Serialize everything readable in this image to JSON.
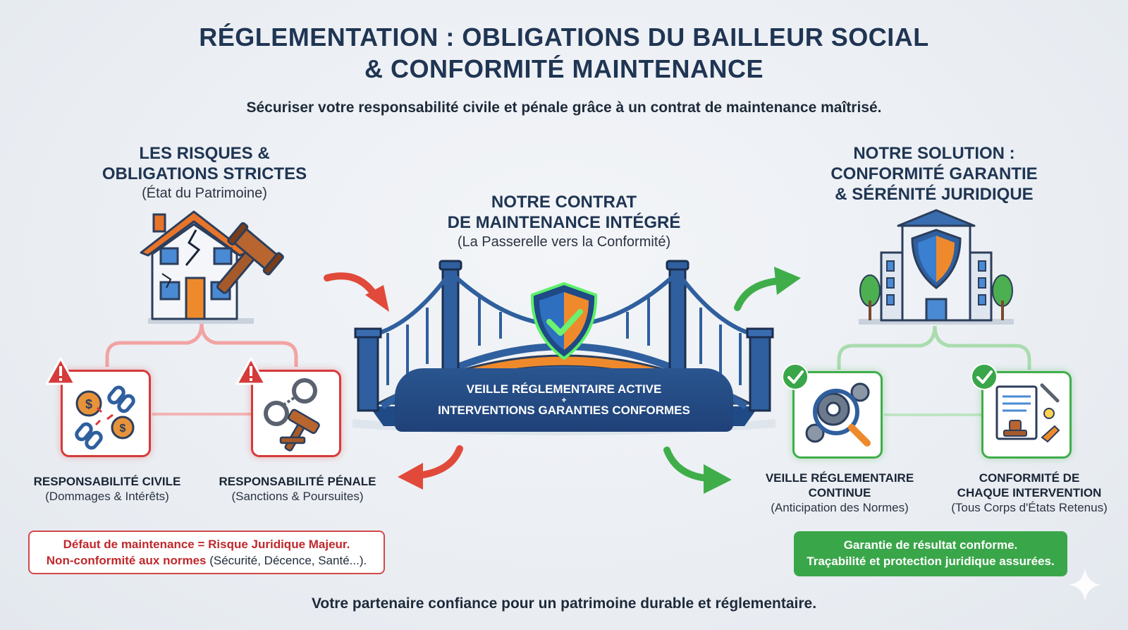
{
  "header": {
    "title_line1": "RÉGLEMENTATION : OBLIGATIONS DU BAILLEUR SOCIAL",
    "title_line2": "& CONFORMITÉ MAINTENANCE",
    "subtitle": "Sécuriser votre responsabilité civile et pénale grâce à un contrat de maintenance maîtrisé."
  },
  "left": {
    "heading_line1": "LES RISQUES &",
    "heading_line2": "OBLIGATIONS STRICTES",
    "heading_sub": "(État du Patrimoine)",
    "cards": [
      {
        "label": "RESPONSABILITÉ CIVILE",
        "sub": "(Dommages & Intérêts)"
      },
      {
        "label": "RESPONSABILITÉ PÉNALE",
        "sub": "(Sanctions & Poursuites)"
      }
    ],
    "warning": {
      "line1": "Défaut de maintenance = Risque Juridique Majeur.",
      "line2_bold": "Non-conformité aux normes",
      "line2_rest": " (Sécurité, Décence, Santé...)."
    }
  },
  "center": {
    "heading_line1": "NOTRE CONTRAT",
    "heading_line2": "DE MAINTENANCE INTÉGRÉ",
    "heading_sub": "(La Passerelle vers la Conformité)",
    "bridge_line1": "VEILLE RÉGLEMENTAIRE ACTIVE",
    "bridge_plus": "+",
    "bridge_line2": "INTERVENTIONS GARANTIES CONFORMES"
  },
  "right": {
    "heading_line1": "NOTRE SOLUTION :",
    "heading_line2": "CONFORMITÉ GARANTIE",
    "heading_line3": "& SÉRÉNITÉ JURIDIQUE",
    "cards": [
      {
        "label_line1": "VEILLE RÉGLEMENTAIRE",
        "label_line2": "CONTINUE",
        "sub": "(Anticipation des Normes)"
      },
      {
        "label_line1": "CONFORMITÉ DE",
        "label_line2": "CHAQUE INTERVENTION",
        "sub": "(Tous Corps d'États Retenus)"
      }
    ],
    "result_line1": "Garantie de résultat conforme.",
    "result_line2": "Traçabilité et protection juridique assurées."
  },
  "footer": {
    "tagline": "Votre partenaire confiance pour un patrimoine durable et réglementaire."
  },
  "colors": {
    "navy": "#1f3553",
    "risk_red": "#d63a3a",
    "success_green": "#3fae4a",
    "bridge_blue": "#2f5f9e",
    "bridge_orange": "#ef8a2c"
  }
}
